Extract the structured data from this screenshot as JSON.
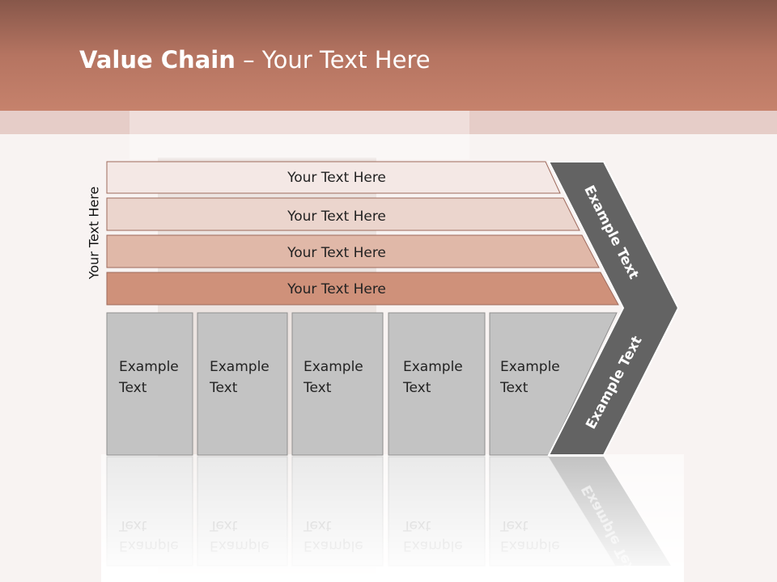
{
  "title": {
    "bold": "Value Chain",
    "rest": " – Your Text Here"
  },
  "side_label": "Your Text Here",
  "rows": [
    {
      "label": "Your Text Here",
      "fill": "#f4e8e5"
    },
    {
      "label": "Your Text Here",
      "fill": "#ebd5cd"
    },
    {
      "label": "Your Text Here",
      "fill": "#e0b8a8"
    },
    {
      "label": "Your Text Here",
      "fill": "#cf917a"
    }
  ],
  "columns": [
    {
      "line1": "Example",
      "line2": "Text"
    },
    {
      "line1": "Example",
      "line2": "Text"
    },
    {
      "line1": "Example",
      "line2": "Text"
    },
    {
      "line1": "Example",
      "line2": "Text"
    },
    {
      "line1": "Example",
      "line2": "Text"
    }
  ],
  "chevron_top_label": "Example Text",
  "chevron_bottom_label": "Example Text",
  "colors": {
    "header": "#b57461",
    "chevron": "#636363",
    "column": "#c3c3c3"
  }
}
